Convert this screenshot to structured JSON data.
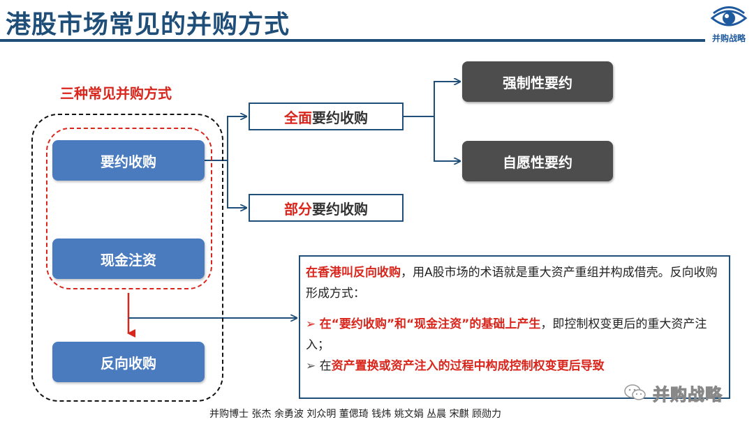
{
  "title": "港股市场常见的并购方式",
  "logo": {
    "text": "并购战略",
    "icon": "eye-icon"
  },
  "group_title": "三种常见并购方式",
  "left_boxes": [
    "要约收购",
    "现金注资",
    "反向收购"
  ],
  "middle": {
    "full": {
      "red": "全面",
      "rest": "要约收购"
    },
    "partial": {
      "red": "部分",
      "rest": "要约收购"
    }
  },
  "right_boxes": [
    "强制性要约",
    "自愿性要约"
  ],
  "info": {
    "line1_red": "在香港叫反向收购",
    "line1_rest": "，用A股市场的术语就是重大资产重组并构成借壳。反向收购形成方式：",
    "bullet1_mark": "➢",
    "bullet1_red": "在“要约收购”和“现金注资”的基础上产生",
    "bullet1_rest": "，即控制权变更后的重大资产注入；",
    "bullet2_mark": "➢",
    "bullet2_lead": "在",
    "bullet2_red": "资产置换或资产注入的过程中构成控制权变更后导致",
    "bullet2_rest": ""
  },
  "footer": "并购博士 张杰 余勇波 刘众明 董偲琦 钱炜 姚文娟 丛晨 宋麒 顾勋力",
  "watermark": "并购战略",
  "colors": {
    "title": "#1f4e79",
    "accent_red": "#d9261c",
    "box_blue": "#4a7bbf",
    "box_gray": "#4d4d4d"
  }
}
